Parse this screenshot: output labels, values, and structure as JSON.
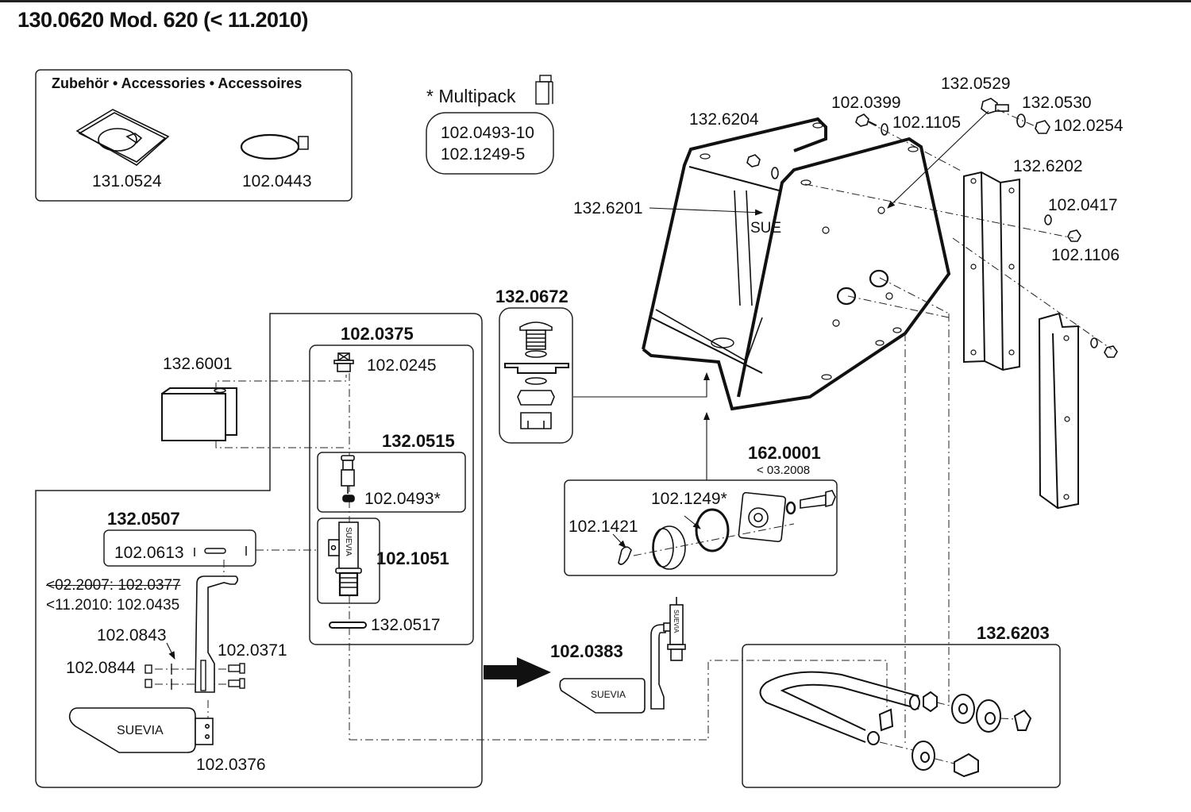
{
  "title": "130.0620 Mod. 620 (< 11.2010)",
  "accessories": {
    "heading": "Zubehör • Accessories • Accessoires",
    "items": [
      {
        "part": "131.0524",
        "icon": "tray-with-heater-icon"
      },
      {
        "part": "102.0443",
        "icon": "heating-cable-icon"
      }
    ]
  },
  "multipack": {
    "label": "* Multipack",
    "items": [
      "102.0493-10",
      "102.1249-5"
    ]
  },
  "bowl_assembly": {
    "bowl_front": "132.6204",
    "bowl_inner": "132.6201",
    "bolt_a": "102.0399",
    "washer_a": "102.1105",
    "bolt_b": "132.0529",
    "washer_b": "132.0530",
    "nut_b": "102.0254",
    "bracket": "132.6202",
    "washer_c": "102.0417",
    "nut_c": "102.1106",
    "bowl_marking": "SUE"
  },
  "drain_kit": {
    "part": "132.0672"
  },
  "frost_kit": {
    "part": "162.0001",
    "note": "< 03.2008",
    "wing_nut": "102.1421",
    "o_ring": "102.1249*"
  },
  "valve_assembly": {
    "part": "102.0375",
    "plug": "102.0245",
    "heater": "132.6001",
    "piston_group": "132.0515",
    "piston_seal": "102.0493*",
    "valve_body": "102.1051",
    "valve_marking": "SUEVIA",
    "gasket": "132.0517"
  },
  "lever_assembly": {
    "part": "132.0507",
    "pin": "102.0613",
    "old_lever": "<02.2007: 102.0377",
    "lever": "<11.2010: 102.0435",
    "washer": "102.0843",
    "nut": "102.0844",
    "screw": "102.0371",
    "paddle": "102.0376",
    "paddle_marking": "SUEVIA"
  },
  "complete_valve": {
    "part": "102.0383",
    "paddle_marking": "SUEVIA",
    "valve_marking": "SUEVIA"
  },
  "pipe_kit": {
    "part": "132.6203"
  }
}
